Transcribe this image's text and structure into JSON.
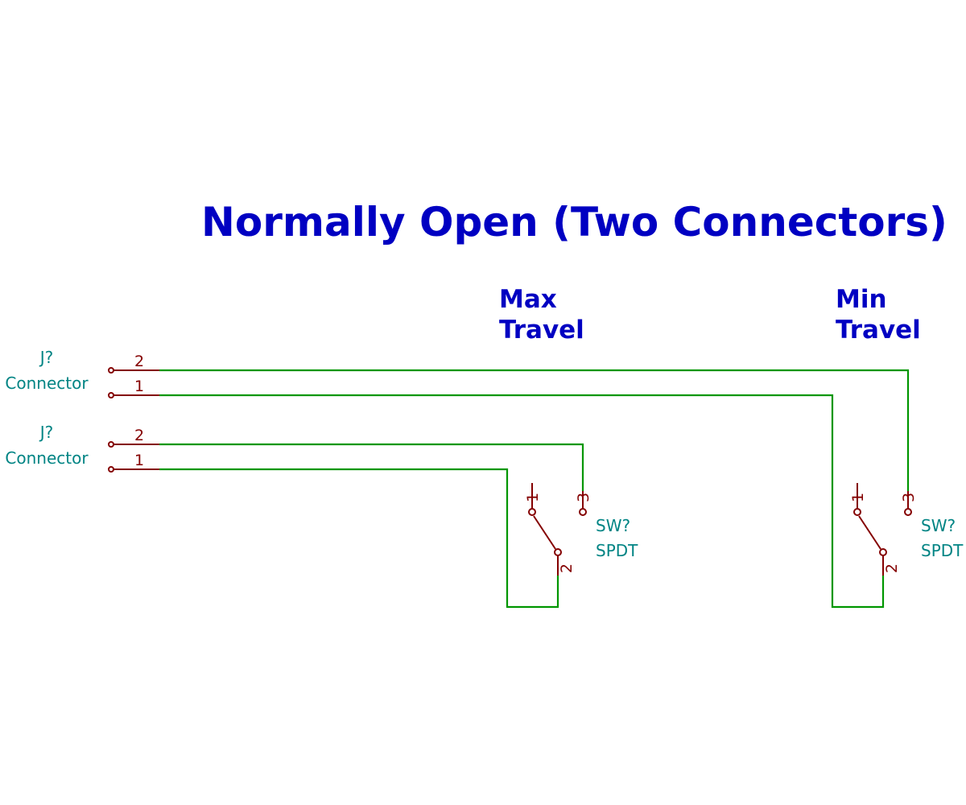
{
  "title": "Normally Open (Two Connectors)",
  "headings": {
    "max": [
      "Max",
      "Travel"
    ],
    "min": [
      "Min",
      "Travel"
    ]
  },
  "connectors": [
    {
      "ref": "J?",
      "value": "Connector",
      "pins": [
        "2",
        "1"
      ]
    },
    {
      "ref": "J?",
      "value": "Connector",
      "pins": [
        "2",
        "1"
      ]
    }
  ],
  "switches": [
    {
      "ref": "SW?",
      "value": "SPDT",
      "pins": [
        "1",
        "3",
        "2"
      ]
    },
    {
      "ref": "SW?",
      "value": "SPDT",
      "pins": [
        "1",
        "3",
        "2"
      ]
    }
  ],
  "colors": {
    "title": "#0000c2",
    "wire": "#009600",
    "symbol": "#840000",
    "field": "#008484",
    "background": "#ffffff"
  }
}
